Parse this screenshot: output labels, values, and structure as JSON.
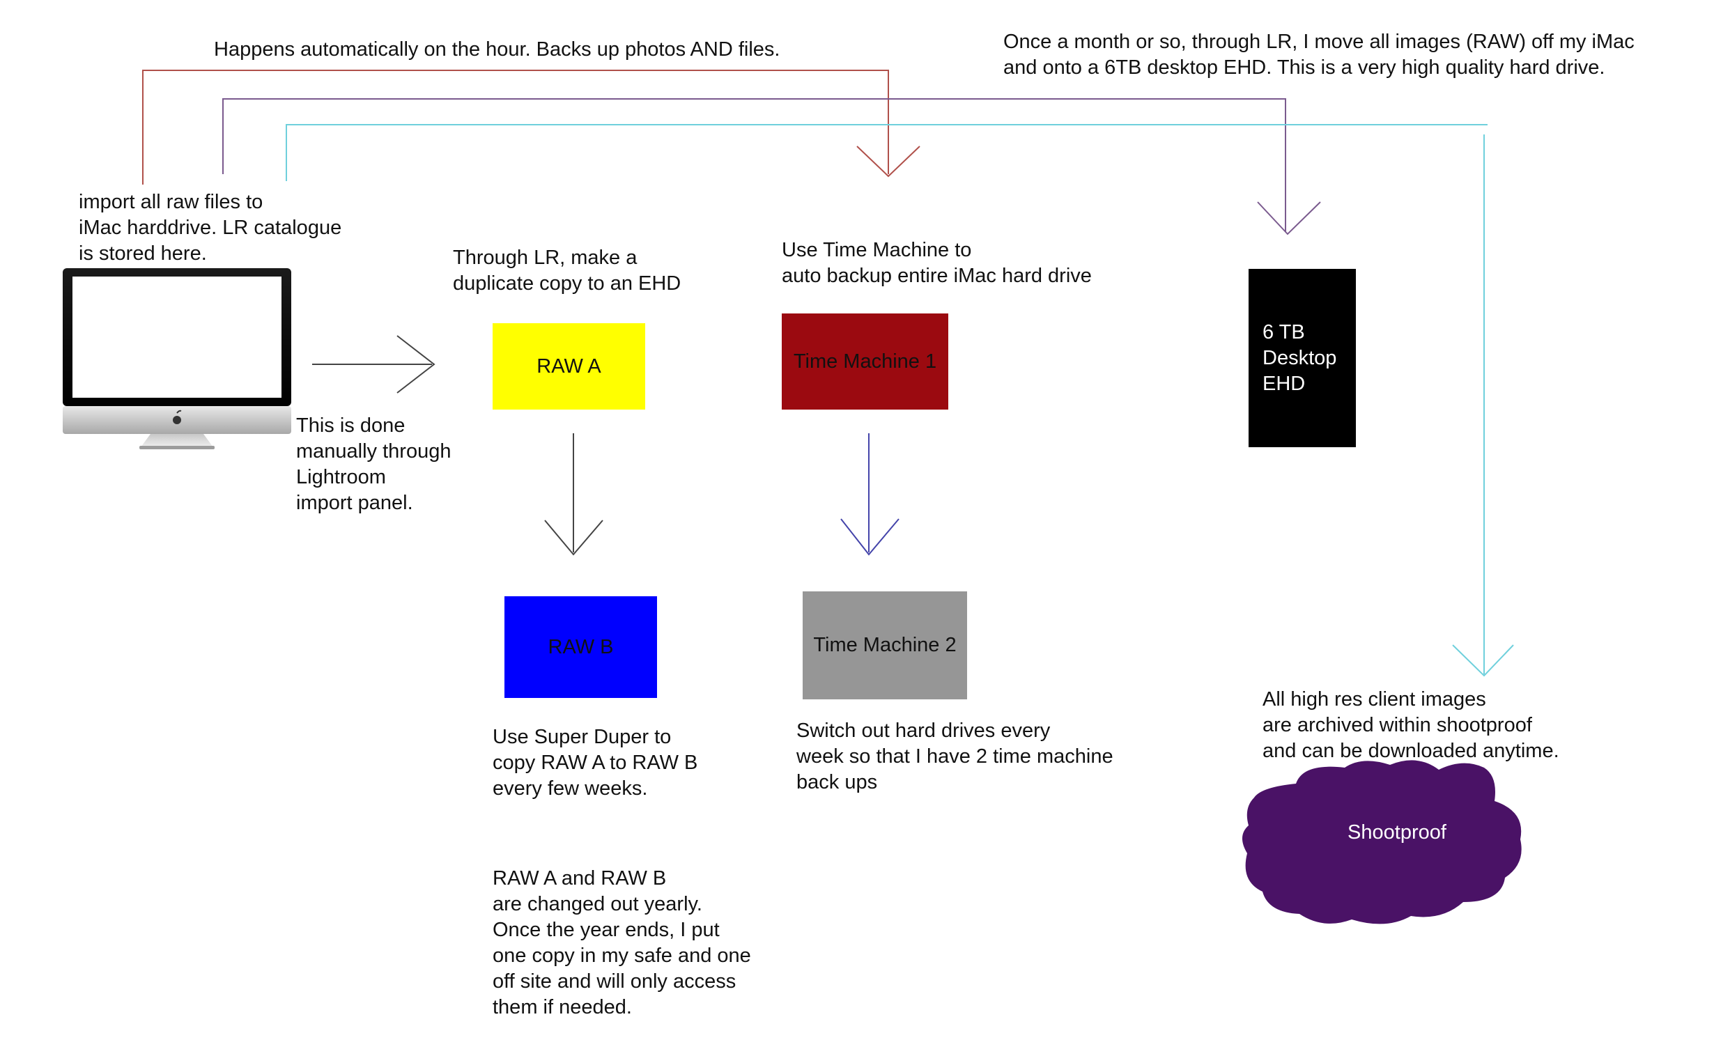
{
  "colors": {
    "red_line": "#b0504a",
    "purple_line": "#7a5a8e",
    "cyan_line": "#6fd0dc",
    "gray_arrow": "#444444",
    "blue_arrow": "#4444aa",
    "raw_a": "#ffff00",
    "raw_b": "#0000ff",
    "tm1": "#9b0a10",
    "tm2": "#969696",
    "ehd6tb": "#000000",
    "shootproof": "#4a1266"
  },
  "notes": {
    "hourly": "Happens automatically on the hour. Backs up photos AND files.",
    "monthly": "Once a month or so, through LR, I move all images (RAW) off my iMac\nand onto a 6TB desktop EHD. This is a very high quality hard drive.",
    "import": "import all raw files to\niMac harddrive. LR catalogue\nis stored here.",
    "manual": "This is done\nmanually through\nLightroom\nimport panel.",
    "duplicate": "Through LR, make a\nduplicate copy to an EHD",
    "time_machine": "Use Time Machine to\nauto backup entire iMac hard drive",
    "super_duper": "Use Super Duper to\ncopy RAW A to RAW B\nevery few weeks.",
    "yearly": "RAW A and RAW B\nare changed out yearly.\nOnce the year ends, I put\none copy in my safe and one\noff site and will only access\nthem if needed.",
    "switch": "Switch out hard drives every\nweek so that I have 2 time machine\nback ups",
    "shootproof_note": "All high res client images\nare archived within shootproof\nand can be downloaded anytime."
  },
  "boxes": {
    "raw_a": "RAW A",
    "raw_b": "RAW B",
    "tm1": "Time Machine 1",
    "tm2": "Time Machine 2",
    "ehd6tb": "6 TB\nDesktop\nEHD",
    "shootproof": "Shootproof"
  },
  "icons": {
    "imac": "imac-computer-icon",
    "apple": "apple-logo-icon"
  }
}
